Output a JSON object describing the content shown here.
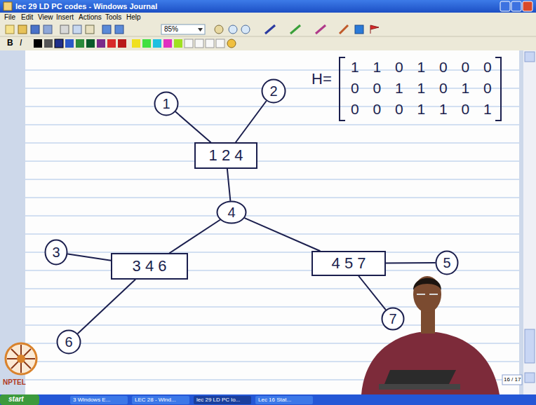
{
  "diagram": {
    "nodes": [
      {
        "text": [
          "1"
        ]
      },
      {
        "text": [
          "2"
        ]
      },
      {
        "text": [
          "1 2 4"
        ]
      },
      {
        "text": [
          "4"
        ]
      },
      {
        "text": [
          "3 4 6"
        ]
      },
      {
        "text": [
          "4 5 7"
        ]
      },
      {
        "text": [
          "3"
        ]
      },
      {
        "text": [
          "6"
        ]
      },
      {
        "text": [
          "5"
        ]
      },
      {
        "text": [
          "7"
        ]
      }
    ],
    "edges": [
      {
        "from": 0,
        "to": 2,
        "arrow": "none"
      },
      {
        "from": 1,
        "to": 2,
        "arrow": "none"
      },
      {
        "from": 2,
        "to": 3,
        "arrow": "none"
      },
      {
        "from": 3,
        "to": 4,
        "arrow": "none"
      },
      {
        "from": 3,
        "to": 5,
        "arrow": "none"
      },
      {
        "from": 6,
        "to": 4,
        "arrow": "none"
      },
      {
        "from": 7,
        "to": 4,
        "arrow": "none"
      },
      {
        "from": 8,
        "to": 5,
        "arrow": "none"
      },
      {
        "from": 5,
        "to": 9,
        "arrow": "none"
      }
    ],
    "labels": [
      "lec 29 LD PC codes - Windows Journal",
      "File",
      "Edit",
      "View",
      "Insert",
      "Actions",
      "Tools",
      "Help",
      "85%",
      "B",
      "I",
      "H=",
      "1 1 0 1 0 0 0",
      "0 0 1 1 0 1 0",
      "0 0 0 1 1 0 1",
      "16 / 17",
      "NPTEL",
      "start",
      "3 Windows E...",
      "LEC 28 - Wind...",
      "lec 29 LD PC lo...",
      "Lec 16 Stat..."
    ]
  }
}
